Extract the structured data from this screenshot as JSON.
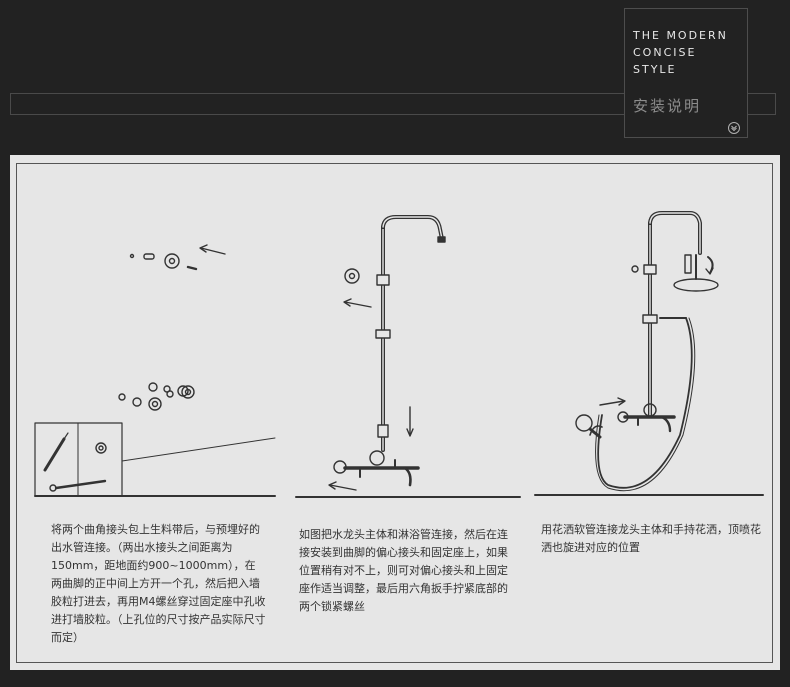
{
  "brand": {
    "line1": "THE MODERN",
    "line2": "CONCISE",
    "line3": "STYLE",
    "title": "安装说明",
    "scroll_icon": "chevron-down-circle-icon"
  },
  "steps": [
    {
      "id": "step-1",
      "text": "将两个曲角接头包上生料带后，与预埋好的出水管连接。（两出水接头之间距离为150mm，距地面约900~1000mm），在两曲脚的正中间上方开一个孔，然后把入墙胶粒打进去，再用M4螺丝穿过固定座中孔收进打墙胶粒。（上孔位的尺寸按产品实际尺寸而定）"
    },
    {
      "id": "step-2",
      "text": "如图把水龙头主体和淋浴管连接，然后在连接安装到曲脚的偏心接头和固定座上，如果位置稍有对不上，则可对偏心接头和上固定座作适当调整，最后用六角扳手拧紧底部的两个锁紧螺丝"
    },
    {
      "id": "step-3",
      "text": "用花洒软管连接龙头主体和手持花洒，顶喷花洒也旋进对应的位置"
    }
  ],
  "colors": {
    "background": "#222222",
    "panel": "#e6e6e6",
    "text": "#333333",
    "line_art": "#333333"
  }
}
